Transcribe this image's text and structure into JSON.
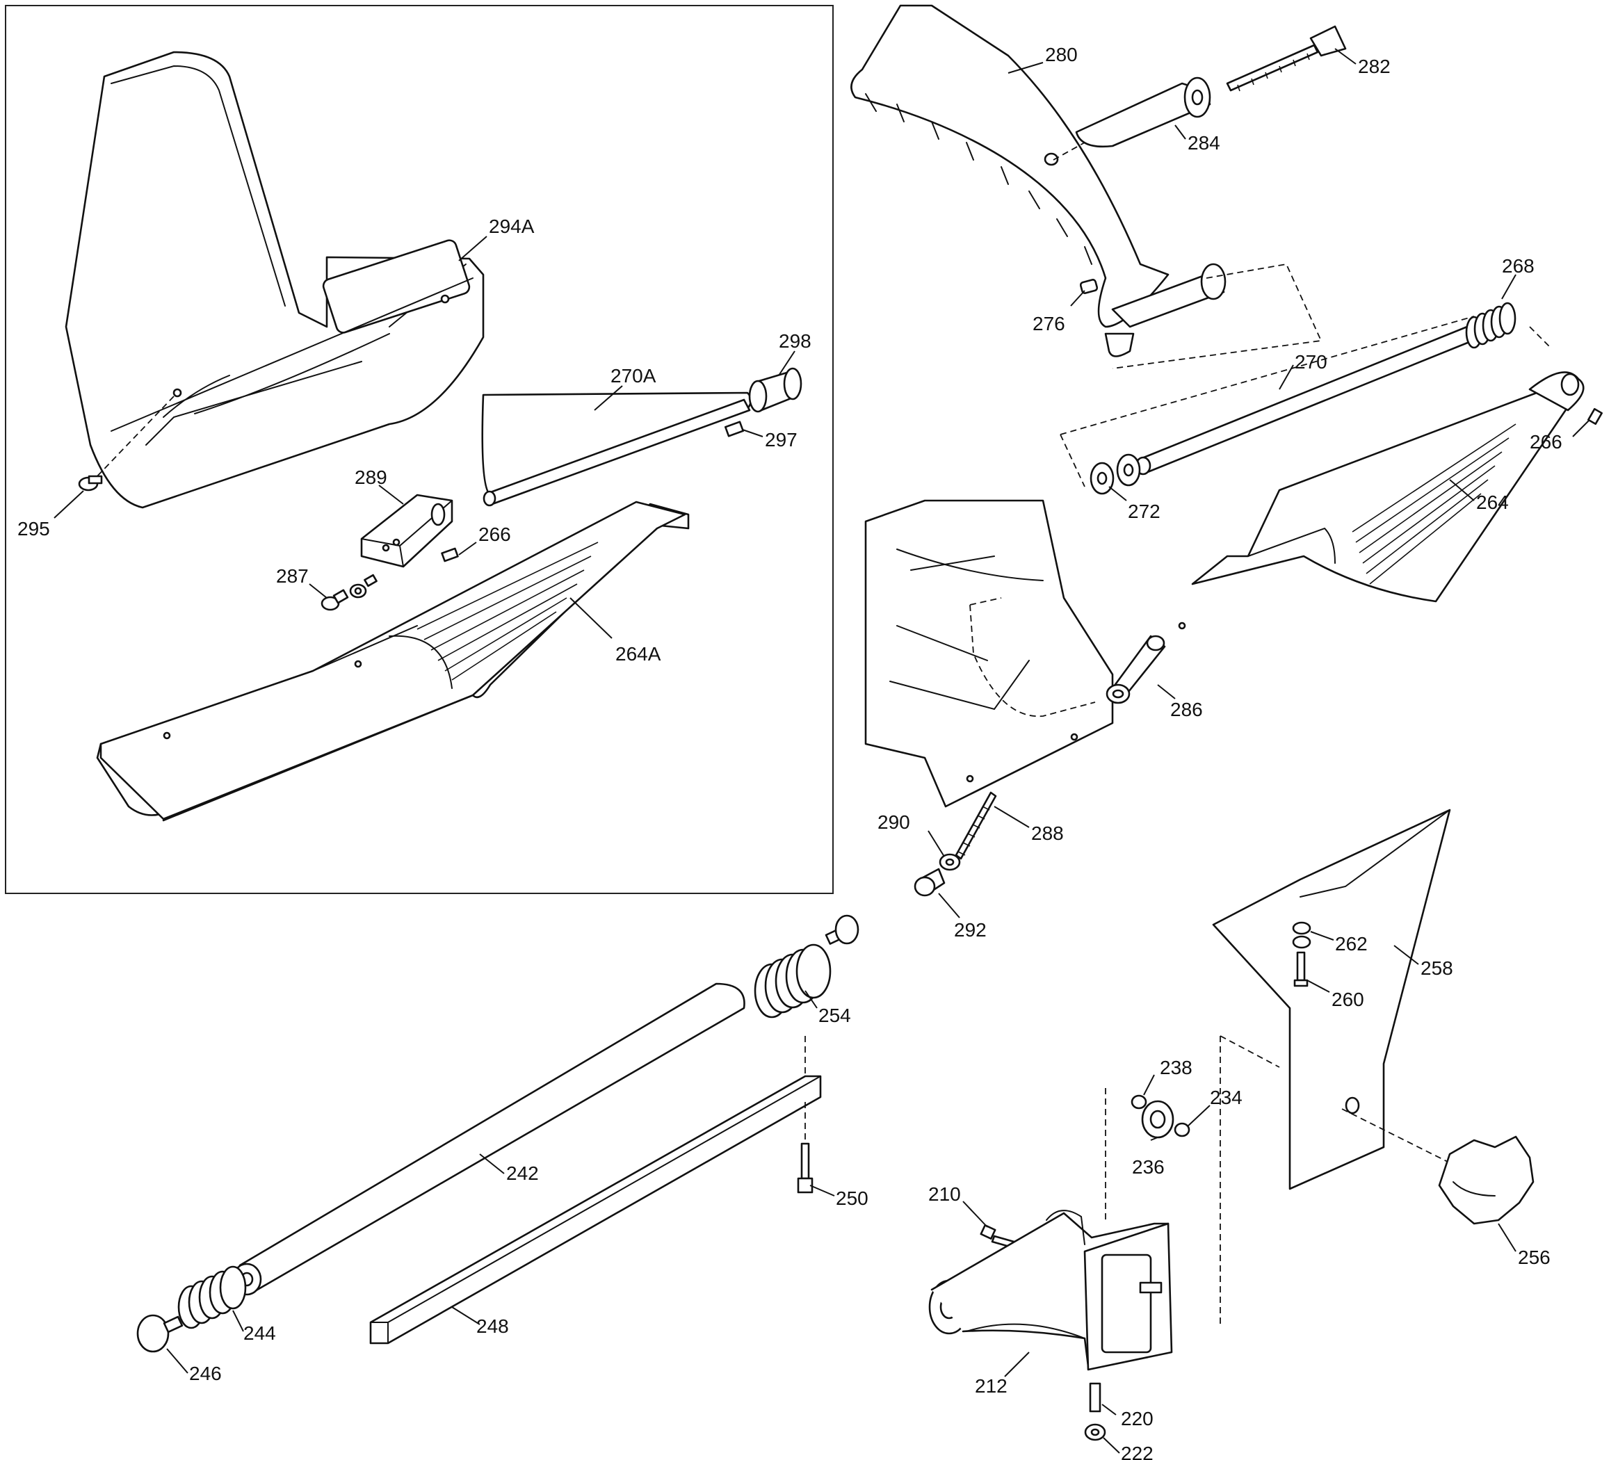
{
  "diagram": {
    "labels": [
      {
        "id": "294A",
        "text": "294A"
      },
      {
        "id": "298",
        "text": "298"
      },
      {
        "id": "270A",
        "text": "270A"
      },
      {
        "id": "297",
        "text": "297"
      },
      {
        "id": "289",
        "text": "289"
      },
      {
        "id": "266a",
        "text": "266"
      },
      {
        "id": "287",
        "text": "287"
      },
      {
        "id": "295",
        "text": "295"
      },
      {
        "id": "264A",
        "text": "264A"
      },
      {
        "id": "280",
        "text": "280"
      },
      {
        "id": "282",
        "text": "282"
      },
      {
        "id": "284",
        "text": "284"
      },
      {
        "id": "276",
        "text": "276"
      },
      {
        "id": "268",
        "text": "268"
      },
      {
        "id": "270",
        "text": "270"
      },
      {
        "id": "266b",
        "text": "266"
      },
      {
        "id": "272",
        "text": "272"
      },
      {
        "id": "264",
        "text": "264"
      },
      {
        "id": "286",
        "text": "286"
      },
      {
        "id": "290",
        "text": "290"
      },
      {
        "id": "288",
        "text": "288"
      },
      {
        "id": "292",
        "text": "292"
      },
      {
        "id": "262",
        "text": "262"
      },
      {
        "id": "258",
        "text": "258"
      },
      {
        "id": "260",
        "text": "260"
      },
      {
        "id": "254",
        "text": "254"
      },
      {
        "id": "238",
        "text": "238"
      },
      {
        "id": "234",
        "text": "234"
      },
      {
        "id": "236",
        "text": "236"
      },
      {
        "id": "242",
        "text": "242"
      },
      {
        "id": "250",
        "text": "250"
      },
      {
        "id": "210",
        "text": "210"
      },
      {
        "id": "256",
        "text": "256"
      },
      {
        "id": "244",
        "text": "244"
      },
      {
        "id": "248",
        "text": "248"
      },
      {
        "id": "246",
        "text": "246"
      },
      {
        "id": "212",
        "text": "212"
      },
      {
        "id": "220",
        "text": "220"
      },
      {
        "id": "222",
        "text": "222"
      }
    ]
  }
}
